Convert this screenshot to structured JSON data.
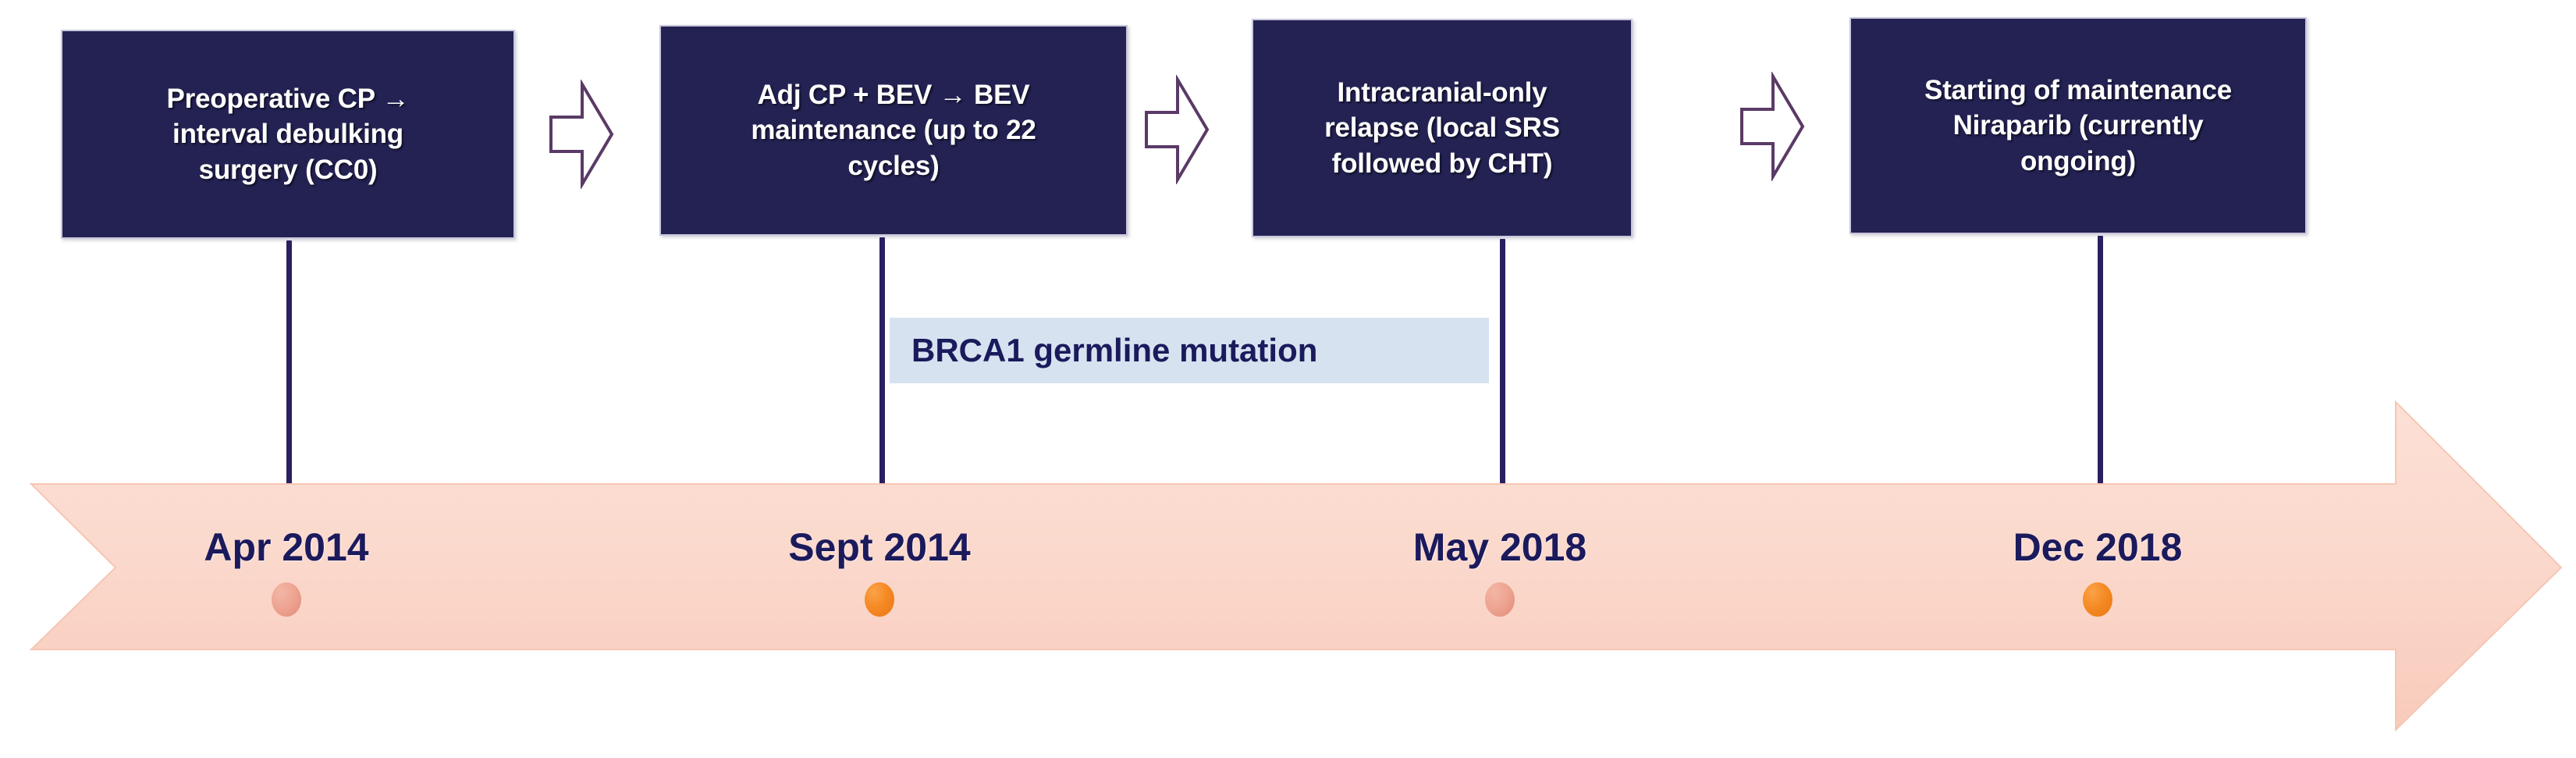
{
  "diagram": {
    "type": "clinical-treatment-timeline",
    "colors": {
      "box_fill": "#232253",
      "box_border": "#c9c7dd",
      "box_text": "#ffffff",
      "banner_fill": "#fbd9cd",
      "annotation_fill": "#d6e2f0",
      "annotation_text": "#1b1a5c",
      "date_text": "#1b1a5c",
      "connector": "#2a2060",
      "chevron_stroke": "#5a3a66",
      "dot_muted": "#efa593",
      "dot_vivid": "#f58a24"
    },
    "steps": [
      {
        "id": "step-1",
        "label": "Preoperative CP →\ninterval debulking\nsurgery (CC0)",
        "date": "Apr 2014",
        "dot_style": "muted"
      },
      {
        "id": "step-2",
        "label": "Adj CP + BEV → BEV\nmaintenance (up to 22\ncycles)",
        "date": "Sept 2014",
        "dot_style": "vivid"
      },
      {
        "id": "step-3",
        "label": "Intracranial-only\nrelapse (local SRS\nfollowed by CHT)",
        "date": "May 2018",
        "dot_style": "muted"
      },
      {
        "id": "step-4",
        "label": "Starting of maintenance\nNiraparib (currently\nongoing)",
        "date": "Dec 2018",
        "dot_style": "vivid"
      }
    ],
    "annotation": {
      "label": "BRCA1 germline mutation"
    },
    "arrows": {
      "step_connector_icon": "chevron-right-arrow",
      "timeline_icon": "right-pointing-banner-arrow"
    }
  }
}
